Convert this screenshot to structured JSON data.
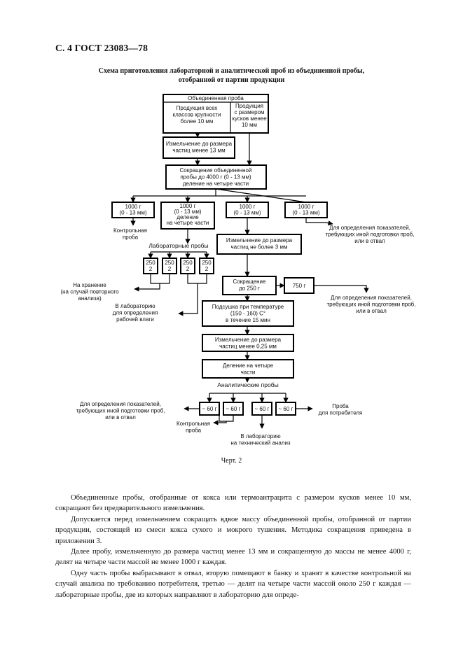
{
  "header": "С. 4 ГОСТ 23083—78",
  "caption": {
    "line1": "Схема приготовления лабораторной и аналитической проб из объединенной пробы,",
    "line2": "отобранной от партии продукции"
  },
  "flow": {
    "combined": "Объединенная проба",
    "all_classes": [
      "Продукция всех",
      "классов крупности",
      "более 10 мм"
    ],
    "small_size": [
      "Продукция",
      "с размером",
      "кусков менее",
      "10 мм"
    ],
    "crush13": [
      "Измельчение до размера",
      "частиц менее 13 мм"
    ],
    "reduce4000": [
      "Сокращение объединенной",
      "пробы до 4000 г (0 - 13 мм)",
      "деление на четыре части"
    ],
    "part_control": [
      "1000 г",
      "(0 - 13 мм)"
    ],
    "part_lab": [
      "1000 г",
      "(0 - 13 мм)",
      "деление",
      "на четыре части"
    ],
    "part_crush": [
      "1000 г",
      "(0 - 13 мм)"
    ],
    "part_other": [
      "1000 г",
      "(0 - 13 мм)"
    ],
    "control_label": [
      "Контрольная",
      "проба"
    ],
    "other_label": [
      "Для определения показателей,",
      "требующих иной подготовки проб,",
      "или в отвал"
    ],
    "lab_samples": "Лабораторные пробы",
    "lab_boxes": [
      [
        "250",
        "2"
      ],
      [
        "250",
        "2"
      ],
      [
        "250",
        "2"
      ],
      [
        "250",
        "2"
      ]
    ],
    "storage_label": [
      "На хранение",
      "(на случай повторного",
      "анализа)"
    ],
    "moisture_label": [
      "В лабораторию",
      "для определения",
      "рабочей влаги"
    ],
    "crush3": [
      "Измельчение до размера",
      "частиц не более 3 мм"
    ],
    "reduce250": [
      "Сокращение",
      "до 250 г"
    ],
    "g750": "750 г",
    "other_label_2": [
      "Для определения показателей,",
      "требующих иной подготовки проб,",
      "или в отвал"
    ],
    "drying": [
      "Подсушка при температуре",
      "(150 - 160) С°",
      "в течение 15 мин"
    ],
    "crush025": [
      "Измельчение до размера",
      "частиц менее 0,25 мм"
    ],
    "divide4": [
      "Деление на четыре",
      "части"
    ],
    "analytical": "Аналитические пробы",
    "anal_boxes": [
      "~ 60 г",
      "~ 60 г",
      "~ 60 г",
      "~ 60 г"
    ],
    "left_label": [
      "Для определения показателей,",
      "требующих иной подготовки проб,",
      "или в отвал"
    ],
    "consumer_label": [
      "Проба",
      "для потребителя"
    ],
    "control2": [
      "Контрольная",
      "проба"
    ],
    "techlab": [
      "В лабораторию",
      "на технический анализ"
    ]
  },
  "chert": "Черт. 2",
  "paragraphs": [
    "Объединенные пробы, отобранные от кокса или термоантрацита с размером кусков менее 10 мм, сокращают без предварительного измельчения.",
    "Допускается перед измельчением сокращать вдвое массу объединенной пробы, отобранной от партии продукции, состоящей из смеси кокса сухого и мокрого тушения. Методика сокращения приведена в приложении 3.",
    "Далее пробу, измельченную до размера частиц менее 13 мм и сокращенную до массы не менее 4000 г, делят на четыре части массой не менее 1000 г каждая.",
    "Одну часть пробы выбрасывают в отвал, вторую помещают в банку и хранят в качестве контрольной на случай анализа по требованию потребителя, третью — делят на четыре части массой около 250 г каждая — лабораторные пробы, две из которых направляют в лабораторию для опреде-"
  ]
}
